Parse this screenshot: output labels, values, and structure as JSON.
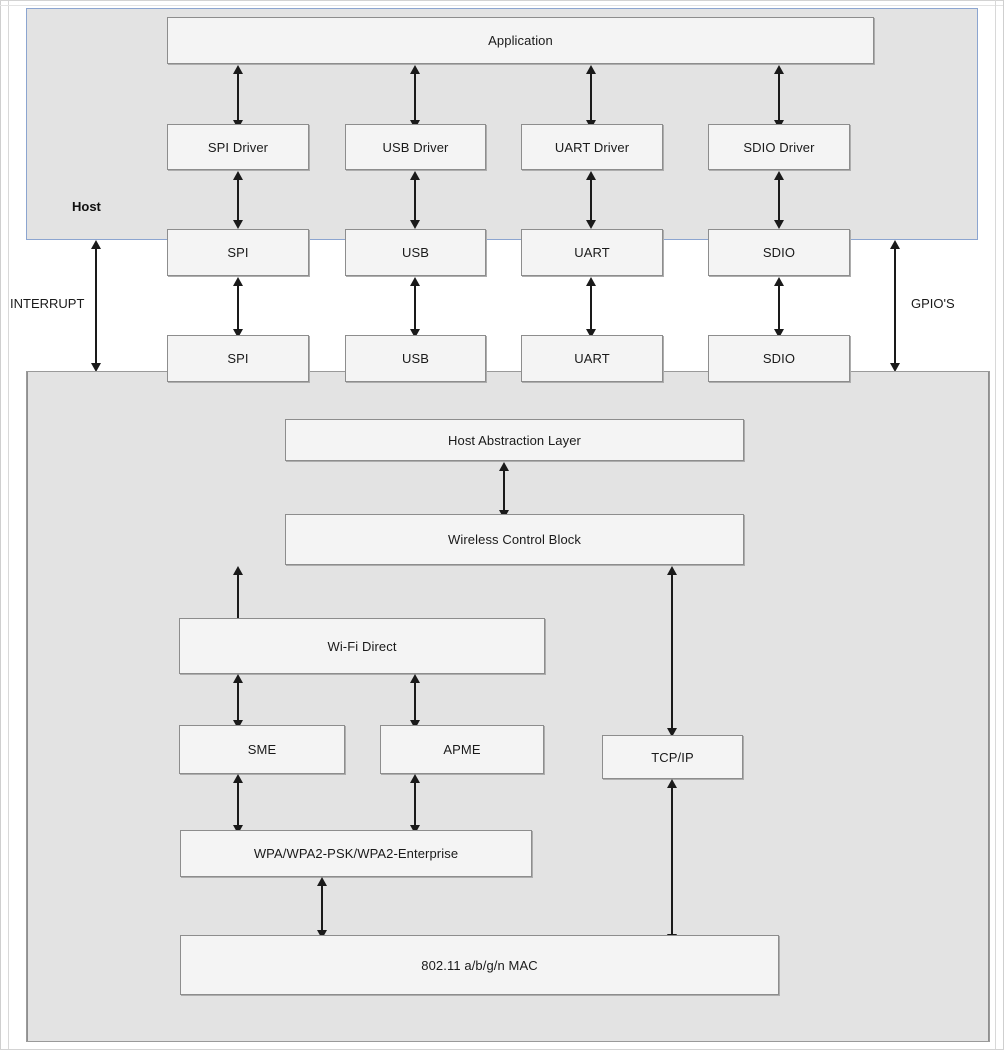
{
  "diagram": {
    "title": "Wi-Fi module host and device software architecture block diagram",
    "type": "block-diagram",
    "colors": {
      "page_background": "#ffffff",
      "container_fill": "#e3e3e3",
      "host_border": "#8ca5d0",
      "device_border": "#9a9a9a",
      "box_fill": "#f4f4f4",
      "box_border": "#8d8d8d",
      "arrow": "#1a1a1a",
      "text": "#1a1a1a"
    }
  },
  "host": {
    "label": "Host",
    "application": {
      "label": "Application"
    },
    "drivers": [
      {
        "label": "SPI Driver"
      },
      {
        "label": "USB Driver"
      },
      {
        "label": "UART Driver"
      },
      {
        "label": "SDIO Driver"
      }
    ],
    "interfaces": [
      {
        "label": "SPI"
      },
      {
        "label": "USB"
      },
      {
        "label": "UART"
      },
      {
        "label": "SDIO"
      }
    ]
  },
  "signals": {
    "interrupt": "INTERRUPT",
    "gpio": "GPIO'S"
  },
  "device": {
    "interfaces": [
      {
        "label": "SPI"
      },
      {
        "label": "USB"
      },
      {
        "label": "UART"
      },
      {
        "label": "SDIO"
      }
    ],
    "host_abstraction_layer": {
      "label": "Host Abstraction Layer"
    },
    "wireless_control_block": {
      "label": "Wireless Control Block"
    },
    "wifi_direct": {
      "label": "Wi-Fi Direct"
    },
    "sme": {
      "label": "SME"
    },
    "apme": {
      "label": "APME"
    },
    "tcp_ip": {
      "label": "TCP/IP"
    },
    "security": {
      "label": "WPA/WPA2-PSK/WPA2-Enterprise"
    },
    "mac": {
      "label": "802.11 a/b/g/n MAC"
    }
  }
}
